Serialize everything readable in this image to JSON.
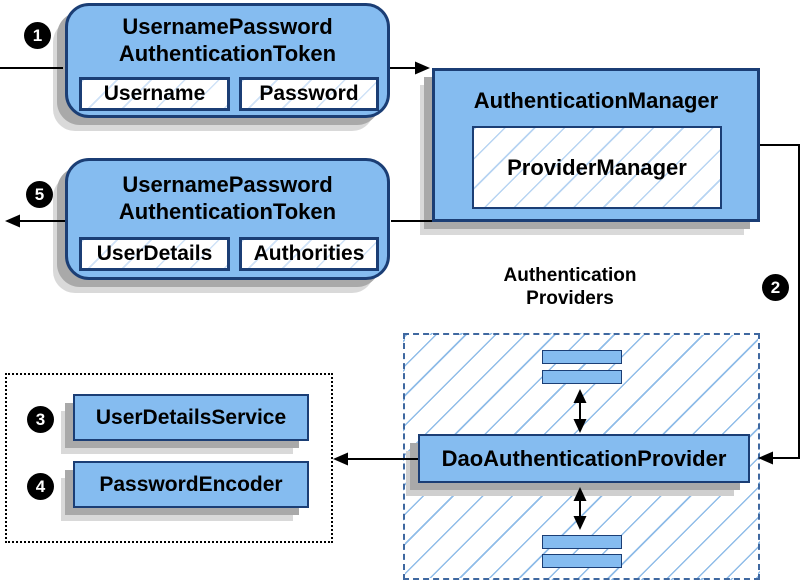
{
  "steps": {
    "s1": "1",
    "s2": "2",
    "s3": "3",
    "s4": "4",
    "s5": "5"
  },
  "nodes": {
    "token_request": {
      "title1": "UsernamePassword",
      "title2": "AuthenticationToken",
      "fields": [
        "Username",
        "Password"
      ]
    },
    "auth_manager": {
      "title": "AuthenticationManager",
      "inner": "ProviderManager"
    },
    "token_response": {
      "title1": "UsernamePassword",
      "title2": "AuthenticationToken",
      "fields": [
        "UserDetails",
        "Authorities"
      ]
    },
    "providers_heading": {
      "line1": "Authentication",
      "line2": "Providers"
    },
    "dao_provider": {
      "title": "DaoAuthenticationProvider"
    },
    "user_details_service": {
      "title": "UserDetailsService"
    },
    "password_encoder": {
      "title": "PasswordEncoder"
    }
  },
  "colors": {
    "box_fill": "#85bcf0",
    "box_border": "#1b3e75",
    "hatch_line": "#8fbce8",
    "shadow_dark": "#a9a9a9",
    "shadow_light": "#d9d9d9",
    "providers_dashed_border": "#3f68a0",
    "dotted_border": "#000000",
    "connector": "#000000",
    "badge_bg": "#000000",
    "badge_text": "#ffffff"
  }
}
